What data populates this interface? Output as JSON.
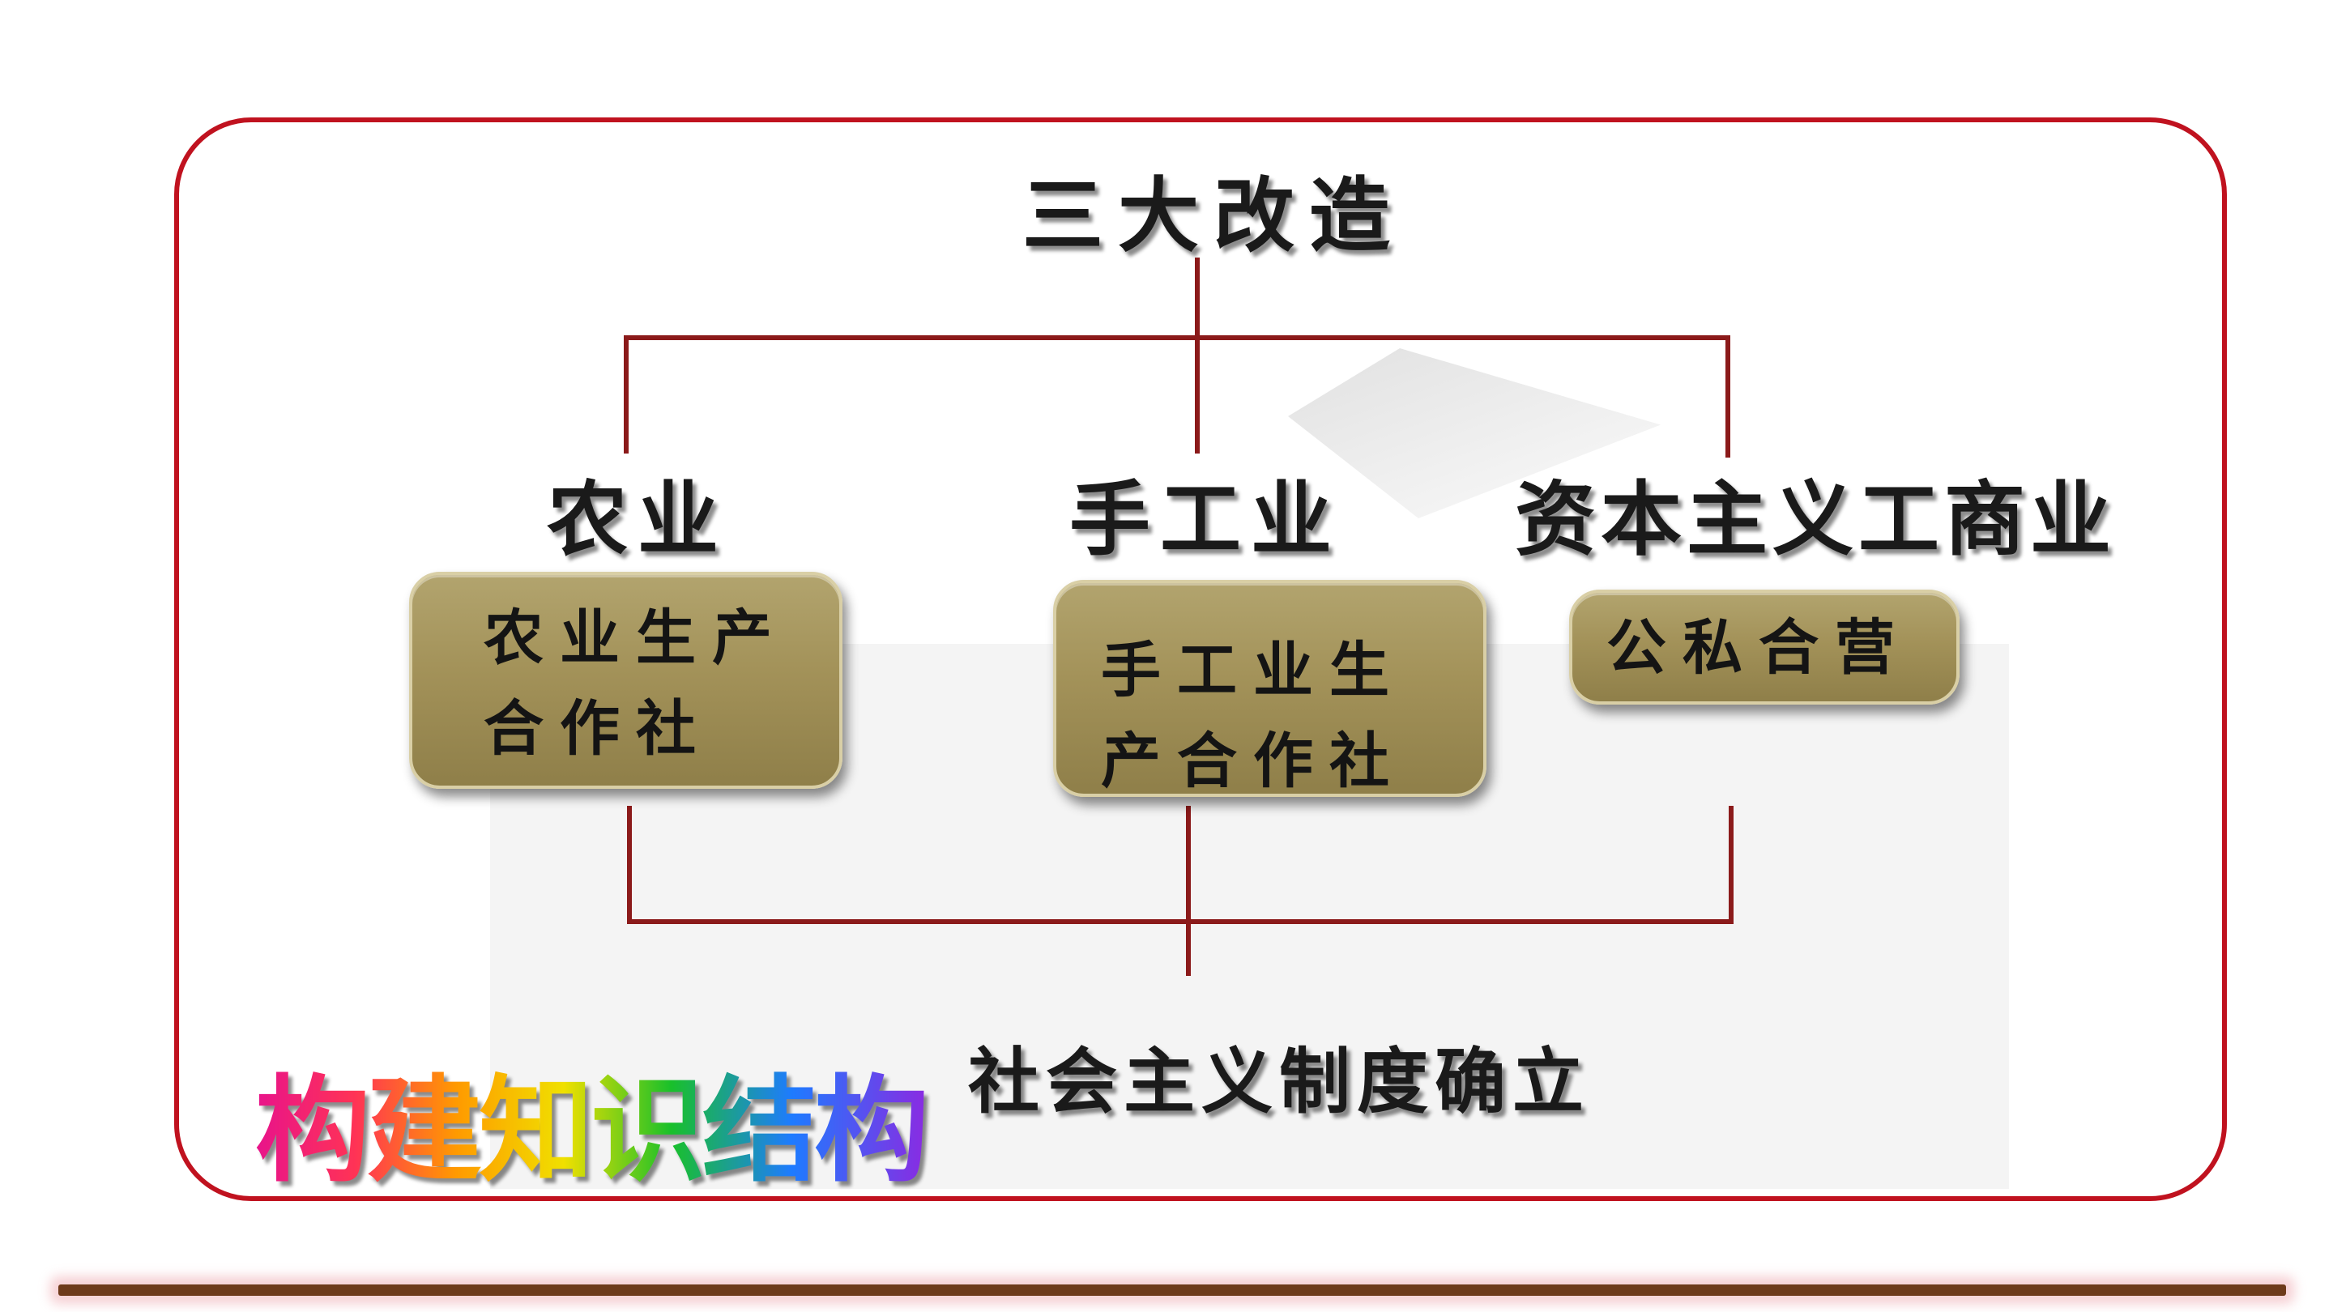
{
  "diagram": {
    "title": "三大改造",
    "categories": [
      {
        "name": "农业",
        "box_lines": [
          "农业生产",
          "合作社"
        ]
      },
      {
        "name": "手工业",
        "box_lines": [
          "手工业生",
          "产合作社"
        ]
      },
      {
        "name": "资本主义工商业",
        "box_lines": [
          "公私合营"
        ]
      }
    ],
    "result": "社会主义制度确立",
    "badge": "构建知识结构"
  },
  "colors": {
    "frame": "#c0121f",
    "connector": "#8b1a1a",
    "box_fill": "#a39259",
    "bottom_bar": "#6e3a1a"
  }
}
